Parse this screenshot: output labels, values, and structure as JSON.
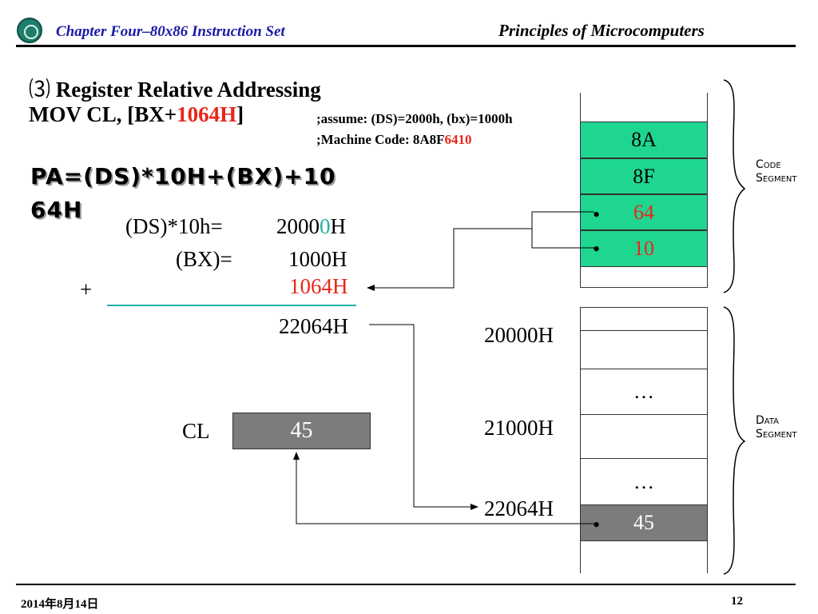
{
  "header": {
    "chapter": "Chapter Four–80x86 Instruction Set",
    "course": "Principles of Microcomputers"
  },
  "title": {
    "num": "⑶",
    "text": "Register Relative Addressing"
  },
  "instruction": {
    "pre": "MOV  CL, [BX+",
    "disp": "1064H",
    "post": "]"
  },
  "assume": ";assume: (DS)=2000h, (bx)=1000h",
  "machine_code": {
    "prefix": ";Machine Code: 8A8F",
    "disp": "6410"
  },
  "pa_formula": {
    "line1": "PA=(DS)*10H+(BX)+10",
    "line2": "64H"
  },
  "calc": {
    "ds_label": "(DS)*10h=",
    "ds_val_a": "2000",
    "ds_val_b": "0",
    "ds_val_c": "H",
    "bx_label": "(BX)=",
    "bx_val": "1000H",
    "plus": "+",
    "disp_val": "1064H",
    "result": "22064H"
  },
  "code_segment": {
    "label_line1": "Code",
    "label_line2": "Segment",
    "cells": [
      "8A",
      "8F",
      "64",
      "10"
    ]
  },
  "data_segment": {
    "label_line1": "Data",
    "label_line2": "Segment",
    "addr1": "20000H",
    "addr2": "21000H",
    "addr3": "22064H",
    "ellipsis1": "…",
    "ellipsis2": "…",
    "value": "45"
  },
  "register": {
    "name": "CL",
    "value": "45"
  },
  "bullet": "•",
  "footer": {
    "date": "2014年8月14日",
    "page": "12"
  },
  "colors": {
    "highlight_red": "#e8261a",
    "teal": "#20b0a0",
    "code_cell": "#1fd690",
    "data_cell": "#7c7c7c",
    "header_blue": "#1a1aa6"
  }
}
